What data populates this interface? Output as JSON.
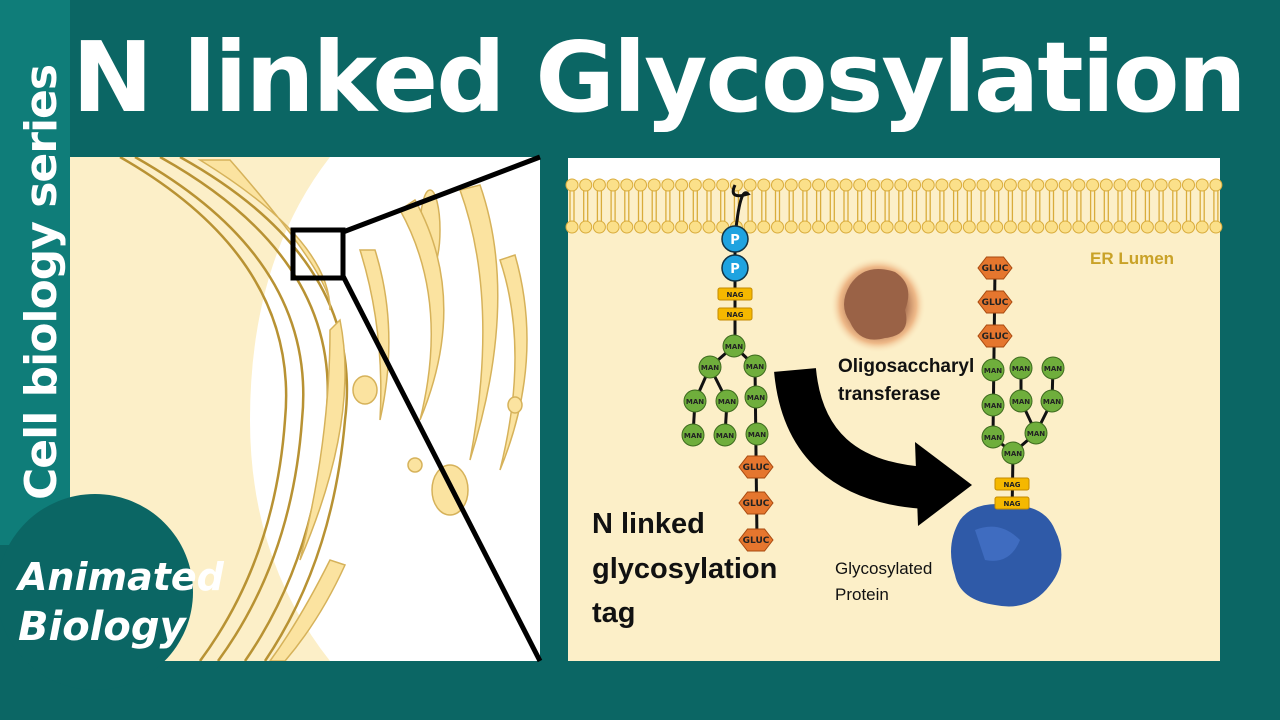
{
  "title": "N linked Glycosylation",
  "series": "Cell biology series",
  "logo": {
    "line1": "Animated",
    "line2": "Biology"
  },
  "diagram": {
    "er_lumen": "ER Lumen",
    "enzyme_line1": "Oligosaccharyl",
    "enzyme_line2": "transferase",
    "tag_line1": "N linked",
    "tag_line2": "glycosylation",
    "tag_line3": "tag",
    "protein_line1": "Glycosylated",
    "protein_line2": "Protein",
    "mol": {
      "p": "P",
      "nag": "NAG",
      "man": "MAN",
      "gluc": "GLUC"
    }
  },
  "colors": {
    "background": "#0b6664",
    "strip": "#0f7d79",
    "cream": "#fcefc8",
    "membrane": "#f2cd6a",
    "man": "#6fae3c",
    "gluc": "#e5762e",
    "nag": "#f5b800",
    "p": "#1fa3e0",
    "protein": "#2f5aa8",
    "enzyme": "#a26a4d",
    "er_label": "#c9a227"
  }
}
